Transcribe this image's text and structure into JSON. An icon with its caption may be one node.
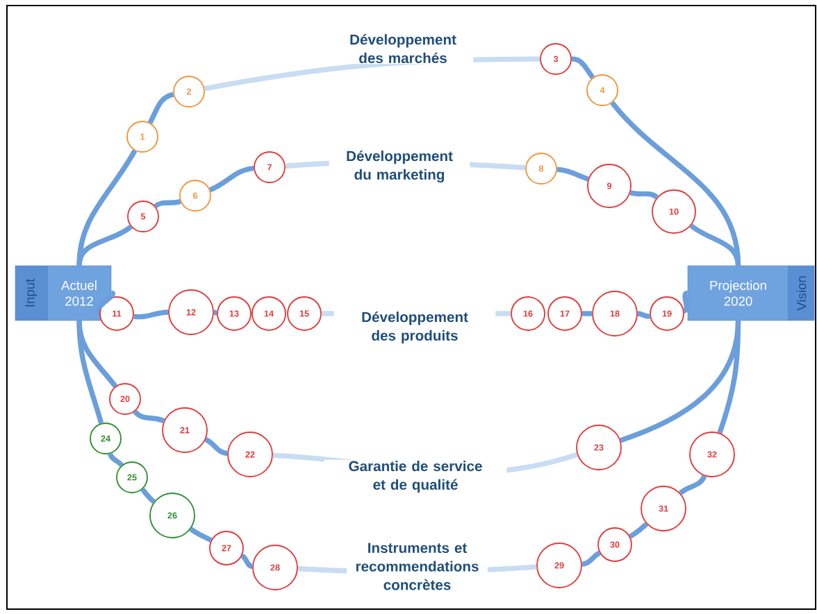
{
  "diagram": {
    "nodes": [
      {
        "text": [
          "Input"
        ]
      },
      {
        "text": [
          "Actuel 2012"
        ]
      },
      {
        "text": [
          "Projection 2020"
        ]
      },
      {
        "text": [
          "Vision"
        ]
      },
      {
        "text": [
          "1"
        ]
      },
      {
        "text": [
          "2"
        ]
      },
      {
        "text": [
          "3"
        ]
      },
      {
        "text": [
          "4"
        ]
      },
      {
        "text": [
          "5"
        ]
      },
      {
        "text": [
          "6"
        ]
      },
      {
        "text": [
          "7"
        ]
      },
      {
        "text": [
          "8"
        ]
      },
      {
        "text": [
          "9"
        ]
      },
      {
        "text": [
          "10"
        ]
      },
      {
        "text": [
          "11"
        ]
      },
      {
        "text": [
          "12"
        ]
      },
      {
        "text": [
          "13"
        ]
      },
      {
        "text": [
          "14"
        ]
      },
      {
        "text": [
          "15"
        ]
      },
      {
        "text": [
          "16"
        ]
      },
      {
        "text": [
          "17"
        ]
      },
      {
        "text": [
          "18"
        ]
      },
      {
        "text": [
          "19"
        ]
      },
      {
        "text": [
          "20"
        ]
      },
      {
        "text": [
          "21"
        ]
      },
      {
        "text": [
          "22"
        ]
      },
      {
        "text": [
          "23"
        ]
      },
      {
        "text": [
          "24"
        ]
      },
      {
        "text": [
          "25"
        ]
      },
      {
        "text": [
          "26"
        ]
      },
      {
        "text": [
          "27"
        ]
      },
      {
        "text": [
          "28"
        ]
      },
      {
        "text": [
          "29"
        ]
      },
      {
        "text": [
          "30"
        ]
      },
      {
        "text": [
          "31"
        ]
      },
      {
        "text": [
          "32"
        ]
      }
    ],
    "edges": [
      {
        "from": 1,
        "to": 4,
        "arrow": "none"
      },
      {
        "from": 4,
        "to": 5,
        "arrow": "none"
      },
      {
        "from": 5,
        "to": 6,
        "arrow": "none",
        "label": "Développement des marchés",
        "color": "#c8dcf2"
      },
      {
        "from": 6,
        "to": 7,
        "arrow": "none"
      },
      {
        "from": 7,
        "to": 2,
        "arrow": "none"
      },
      {
        "from": 1,
        "to": 8,
        "arrow": "none"
      },
      {
        "from": 8,
        "to": 9,
        "arrow": "none"
      },
      {
        "from": 9,
        "to": 10,
        "arrow": "none"
      },
      {
        "from": 10,
        "to": 11,
        "arrow": "none",
        "label": "Développement du marketing",
        "color": "#c8dcf2"
      },
      {
        "from": 11,
        "to": 12,
        "arrow": "none"
      },
      {
        "from": 12,
        "to": 13,
        "arrow": "none"
      },
      {
        "from": 13,
        "to": 2,
        "arrow": "none"
      },
      {
        "from": 1,
        "to": 14,
        "arrow": "none"
      },
      {
        "from": 14,
        "to": 15,
        "arrow": "none"
      },
      {
        "from": 15,
        "to": 16,
        "arrow": "none"
      },
      {
        "from": 18,
        "to": 19,
        "arrow": "none",
        "label": "Développement des produits",
        "color": "#c8dcf2"
      },
      {
        "from": 20,
        "to": 21,
        "arrow": "none"
      },
      {
        "from": 21,
        "to": 22,
        "arrow": "none"
      },
      {
        "from": 22,
        "to": 2,
        "arrow": "none"
      },
      {
        "from": 1,
        "to": 23,
        "arrow": "none"
      },
      {
        "from": 23,
        "to": 24,
        "arrow": "none"
      },
      {
        "from": 24,
        "to": 25,
        "arrow": "none"
      },
      {
        "from": 25,
        "to": 26,
        "arrow": "none",
        "label": "Garantie de service et de qualité",
        "color": "#c8dcf2"
      },
      {
        "from": 26,
        "to": 2,
        "arrow": "none"
      },
      {
        "from": 1,
        "to": 27,
        "arrow": "none"
      },
      {
        "from": 27,
        "to": 28,
        "arrow": "none"
      },
      {
        "from": 28,
        "to": 29,
        "arrow": "none"
      },
      {
        "from": 29,
        "to": 30,
        "arrow": "none"
      },
      {
        "from": 30,
        "to": 31,
        "arrow": "none"
      },
      {
        "from": 31,
        "to": 32,
        "arrow": "none",
        "label": "Instruments et recommendations concrètes",
        "color": "#c8dcf2"
      },
      {
        "from": 32,
        "to": 33,
        "arrow": "none"
      },
      {
        "from": 33,
        "to": 34,
        "arrow": "none"
      },
      {
        "from": 34,
        "to": 35,
        "arrow": "none"
      },
      {
        "from": 35,
        "to": 2,
        "arrow": "none"
      }
    ]
  }
}
